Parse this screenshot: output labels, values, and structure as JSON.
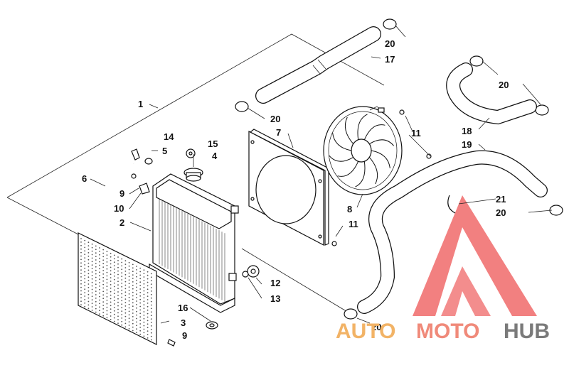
{
  "labels": {
    "l1": "1",
    "l2": "2",
    "l3": "3",
    "l4": "4",
    "l5": "5",
    "l6": "6",
    "l7": "7",
    "l8": "8",
    "l9a": "9",
    "l9b": "9",
    "l10": "10",
    "l11a": "11",
    "l11b": "11",
    "l12": "12",
    "l13": "13",
    "l14": "14",
    "l15": "15",
    "l16": "16",
    "l17": "17",
    "l18": "18",
    "l19": "19",
    "l20a": "20",
    "l20b": "20",
    "l20c": "20",
    "l20d": "20",
    "l20e": "20",
    "l21": "21"
  },
  "watermark": {
    "auto": "AUTO",
    "moto": "MOTO",
    "hub": "HUB",
    "colors": {
      "auto": "#f2b366",
      "moto": "#f08a7a",
      "hub": "#7a7a7a",
      "logo": "#f06a6a"
    }
  }
}
